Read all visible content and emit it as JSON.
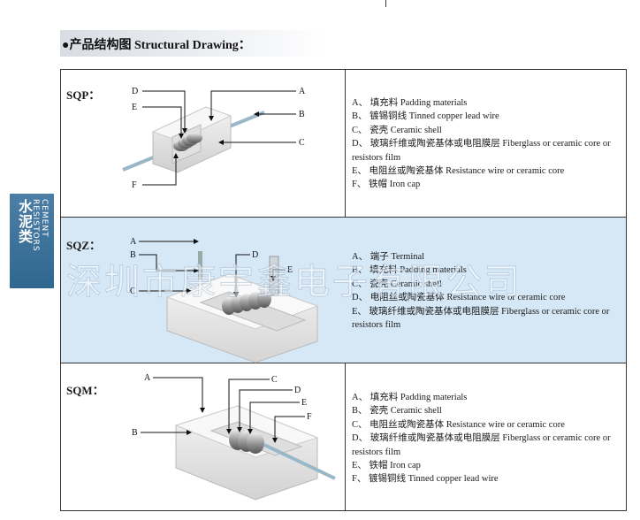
{
  "header": {
    "title": "●产品结构图 Structural Drawing："
  },
  "side_tab": {
    "chinese": "水泥类",
    "english": "CEMENT RESISTORS",
    "color": "#3a6f98"
  },
  "watermark": "深圳市康宇鑫电子有限公司",
  "rows": [
    {
      "label": "SQP：",
      "callouts": [
        "D",
        "E",
        "A",
        "B",
        "C",
        "F"
      ],
      "legend": [
        "A、 填充料 Padding materials",
        "B、 镀锡铜线 Tinned copper lead wire",
        "C、 瓷壳 Ceramic shell",
        "D、 玻璃纤维或陶瓷基体或电阻膜层 Fiberglass or ceramic core or resistors film",
        "E、 电阻丝或陶瓷基体 Resistance wire or ceramic core",
        "F、 铁帽 Iron cap"
      ]
    },
    {
      "label": "SQZ：",
      "callouts": [
        "A",
        "B",
        "C",
        "D",
        "E"
      ],
      "legend": [
        "A、 端子 Terminal",
        "B、 填充料 Padding materials",
        "C、 瓷壳 Ceramic shell",
        "D、 电阻丝或陶瓷基体 Resistance wire or ceramic core",
        "E、 玻璃纤维或陶瓷基体或电阻膜层 Fiberglass or ceramic core or resistors film"
      ]
    },
    {
      "label": "SQM：",
      "callouts": [
        "A",
        "B",
        "C",
        "D",
        "E",
        "F"
      ],
      "legend": [
        "A、 填充料 Padding materials",
        "B、 瓷壳 Ceramic shell",
        "C、 电阻丝或陶瓷基体 Resistance wire or ceramic core",
        "D、 玻璃纤维或陶瓷基体或电阻膜层 Fiberglass or ceramic core or resistors film",
        "E、 铁帽 Iron cap",
        "F、 镀锡铜线 Tinned copper lead wire"
      ]
    }
  ]
}
